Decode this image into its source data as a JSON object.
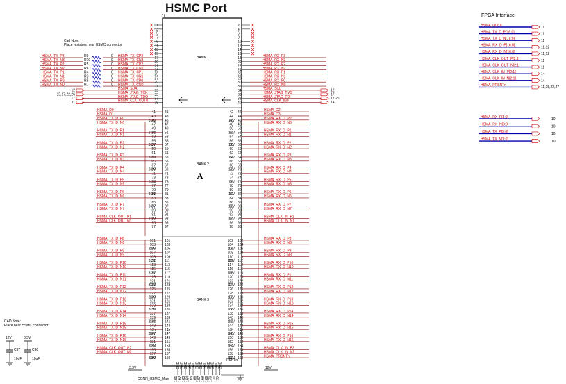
{
  "title": "HSMC Port",
  "ref": "J1",
  "big_letter": "A",
  "part_name": "CONN_HSMC_Male",
  "banks": [
    "BANK 1",
    "BANK 2",
    "BANK 3"
  ],
  "cad_note_top": [
    "Cad Note:",
    "Place resistors near HSMC connector"
  ],
  "cad_note_bottom": [
    "CAD Note:",
    "Place near HSMC connector"
  ],
  "bottom_caps": [
    {
      "rail": "12V",
      "ref": "C97",
      "val": "10uF"
    },
    {
      "rail": "3.3V",
      "ref": "C98",
      "val": "10uF"
    }
  ],
  "rail_3v3": "3.3V",
  "rail_12v": "12V",
  "left_pins_top": [
    "1",
    "3",
    "5",
    "7",
    "9",
    "11",
    "13",
    "15",
    "17",
    "19",
    "21",
    "23",
    "25",
    "27",
    "29",
    "31",
    "33",
    "35",
    "37",
    "39"
  ],
  "right_pins_top": [
    "2",
    "4",
    "6",
    "8",
    "10",
    "12",
    "14",
    "16",
    "18",
    "20",
    "22",
    "24",
    "26",
    "28",
    "30",
    "32",
    "34",
    "36",
    "38",
    "40"
  ],
  "resistor_nets": [
    {
      "net": "HSMA_TX_P3",
      "ref": "R9",
      "val": "0",
      "out": "HSMA_TX_CP3"
    },
    {
      "net": "HSMA_TX_N3",
      "ref": "R10",
      "val": "0",
      "out": "HSMA_TX_CN3"
    },
    {
      "net": "HSMA_TX_P2",
      "ref": "R5",
      "val": "0",
      "out": "HSMA_TX_CP2"
    },
    {
      "net": "HSMA_TX_N2",
      "ref": "R6",
      "val": "0",
      "out": "HSMA_TX_CN2"
    },
    {
      "net": "HSMA_TX_P1",
      "ref": "R4",
      "val": "0",
      "out": "HSMA_TX_CP1"
    },
    {
      "net": "HSMA_TX_N1",
      "ref": "R3",
      "val": "0",
      "out": "HSMA_TX_CN1"
    },
    {
      "net": "HSMA_TX_P0",
      "ref": "R8",
      "val": "0",
      "out": "HSMA_TX_CP0"
    },
    {
      "net": "HSMA_TX_N0",
      "ref": "R7",
      "val": "0",
      "out": "HSMA_TX_CN0"
    }
  ],
  "left_ctrl": [
    {
      "page": "12",
      "net": "HSMA_SDA"
    },
    {
      "page": "15,17,22,26",
      "net": "HSMA_JTAG_TCK"
    },
    {
      "page": "17",
      "net": "HSMA_JTAG_TDO"
    },
    {
      "page": "11",
      "net": "HSMA_CLK_OUT0"
    }
  ],
  "right_top_nets": [
    "HSMA_RX_P3",
    "HSMA_RX_N3",
    "HSMA_RX_P2",
    "HSMA_RX_N2",
    "HSMA_RX_P1",
    "HSMA_RX_N1",
    "HSMA_RX_P0",
    "HSMA_RX_N0"
  ],
  "right_ctrl": [
    {
      "net": "HSMA_SCL",
      "page": "12"
    },
    {
      "net": "HSMA_JTAG_TMS",
      "page": "17"
    },
    {
      "net": "HSMA_JTAG_TDI",
      "page": "17,26"
    },
    {
      "net": "HSMA_CLK_IN0",
      "page": "14"
    }
  ],
  "left_mid_nets": [
    "HSMA_D0",
    "HSMA_D1",
    "HSMA_TX_D_P0",
    "HSMA_TX_D_N0",
    "",
    "HSMA_TX_D_P1",
    "HSMA_TX_D_N1",
    "",
    "HSMA_TX_D_P2",
    "HSMA_TX_D_N2",
    "",
    "HSMA_TX_D_P3",
    "HSMA_TX_D_N3",
    "",
    "HSMA_TX_D_P4",
    "HSMA_TX_D_N4",
    "",
    "HSMA_TX_D_P5",
    "HSMA_TX_D_N5",
    "",
    "HSMA_TX_D_P6",
    "HSMA_TX_D_N6",
    "",
    "HSMA_TX_D_P7",
    "HSMA_TX_D_N7",
    "",
    "HSMA_CLK_OUT_P1",
    "HSMA_CLK_OUT_N1",
    ""
  ],
  "right_mid_nets": [
    "HSMA_D2",
    "HSMA_D3",
    "HSMA_RX_D_P0",
    "HSMA_RX_D_N0",
    "",
    "HSMA_RX_D_P1",
    "HSMA_RX_D_N1",
    "",
    "HSMA_RX_D_P2",
    "HSMA_RX_D_N2",
    "",
    "HSMA_RX_D_P3",
    "HSMA_RX_D_N3",
    "",
    "HSMA_RX_D_P4",
    "HSMA_RX_D_N4",
    "",
    "HSMA_RX_D_P5",
    "HSMA_RX_D_N5",
    "",
    "HSMA_RX_D_P6",
    "HSMA_RX_D_N6",
    "",
    "HSMA_RX_D_P7",
    "HSMA_RX_D_N7",
    "",
    "HSMA_CLK_IN_P1",
    "HSMA_CLK_IN_N1",
    ""
  ],
  "left_bot_nets": [
    "HSMA_TX_D_P8",
    "HSMA_TX_D_N8",
    "",
    "HSMA_TX_D_P9",
    "HSMA_TX_D_N9",
    "",
    "HSMA_TX_D_P10",
    "HSMA_TX_D_N10",
    "",
    "HSMA_TX_D_P11",
    "HSMA_TX_D_N11",
    "",
    "HSMA_TX_D_P12",
    "HSMA_TX_D_N12",
    "",
    "HSMA_TX_D_P13",
    "HSMA_TX_D_N13",
    "",
    "HSMA_TX_D_P14",
    "HSMA_TX_D_N14",
    "",
    "HSMA_TX_D_P15",
    "HSMA_TX_D_N15",
    "",
    "HSMA_TX_D_P16",
    "HSMA_TX_D_N16",
    "",
    "HSMA_CLK_OUT_P2",
    "HSMA_CLK_OUT_N2",
    ""
  ],
  "right_bot_nets": [
    "HSMA_RX_D_P8",
    "HSMA_RX_D_N8",
    "",
    "HSMA_RX_D_P9",
    "HSMA_RX_D_N9",
    "",
    "HSMA_RX_D_P10",
    "HSMA_RX_D_N10",
    "",
    "HSMA_RX_D_P11",
    "HSMA_RX_D_N11",
    "",
    "HSMA_RX_D_P12",
    "HSMA_RX_D_N12",
    "",
    "HSMA_RX_D_P13",
    "HSMA_RX_D_N13",
    "",
    "HSMA_RX_D_P14",
    "HSMA_RX_D_N14",
    "",
    "HSMA_RX_D_P15",
    "HSMA_RX_D_N15",
    "",
    "HSMA_RX_D_P16",
    "HSMA_RX_D_N16",
    "",
    "HSMA_CLK_IN_P2",
    "HSMA_CLK_IN_N2",
    "HSMA_PRSNTn"
  ],
  "gnd_pins": [
    "161",
    "162",
    "163",
    "164",
    "165",
    "166",
    "167",
    "168",
    "169",
    "170",
    "171",
    "172"
  ],
  "gnd_label": "GND",
  "prsnt_label": "PSNTn",
  "fpga_interface": {
    "title": "FPGA Interface",
    "items": [
      {
        "net": "HSMA_D[3:0]",
        "page": "11"
      },
      {
        "net": "HSMA_TX_D_P[16:0]",
        "page": "11"
      },
      {
        "net": "HSMA_TX_D_N[16:0]",
        "page": "11"
      },
      {
        "net": "HSMA_RX_D_P[16:0]",
        "page": "11,12"
      },
      {
        "net": "HSMA_RX_D_N[16:0]",
        "page": "11,12"
      },
      {
        "net": "HSMA_CLK_OUT_P[2:1]",
        "page": "11"
      },
      {
        "net": "HSMA_CLK_OUT_N[2:1]",
        "page": "11"
      },
      {
        "net": "HSMA_CLK_IN_P[2:1]",
        "page": "14"
      },
      {
        "net": "HSMA_CLK_IN_N[2:1]",
        "page": "14"
      },
      {
        "net": "HSMA_PRSNTn",
        "page": "11,15,22,27"
      }
    ],
    "items2": [
      {
        "net": "HSMA_RX_P[3:0]",
        "page": "10"
      },
      {
        "net": "HSMA_RX_N[3:0]",
        "page": "10"
      },
      {
        "net": "HSMA_TX_P[3:0]",
        "page": "10"
      },
      {
        "net": "HSMA_TX_N[3:0]",
        "page": "10"
      }
    ]
  },
  "colors": {
    "net": "#cc0000",
    "wire": "#800000",
    "bus": "#0000aa",
    "body": "#000000"
  }
}
